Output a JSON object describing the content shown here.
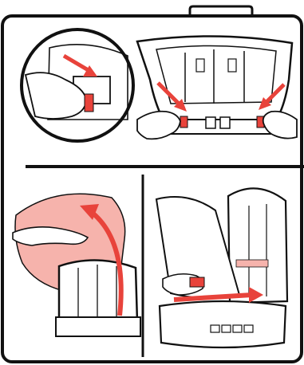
{
  "figure": {
    "panels": [
      {
        "id": "step-1",
        "subject": "release-latches-on-seat-back"
      },
      {
        "id": "step-2",
        "subject": "lift-and-remove-seat-cover"
      },
      {
        "id": "step-3",
        "subject": "slide-strap-through-slot"
      }
    ],
    "colors": {
      "line": "#111111",
      "accent_red": "#e8433b",
      "light_red": "#f6b3ac",
      "fill_white": "#ffffff"
    }
  }
}
